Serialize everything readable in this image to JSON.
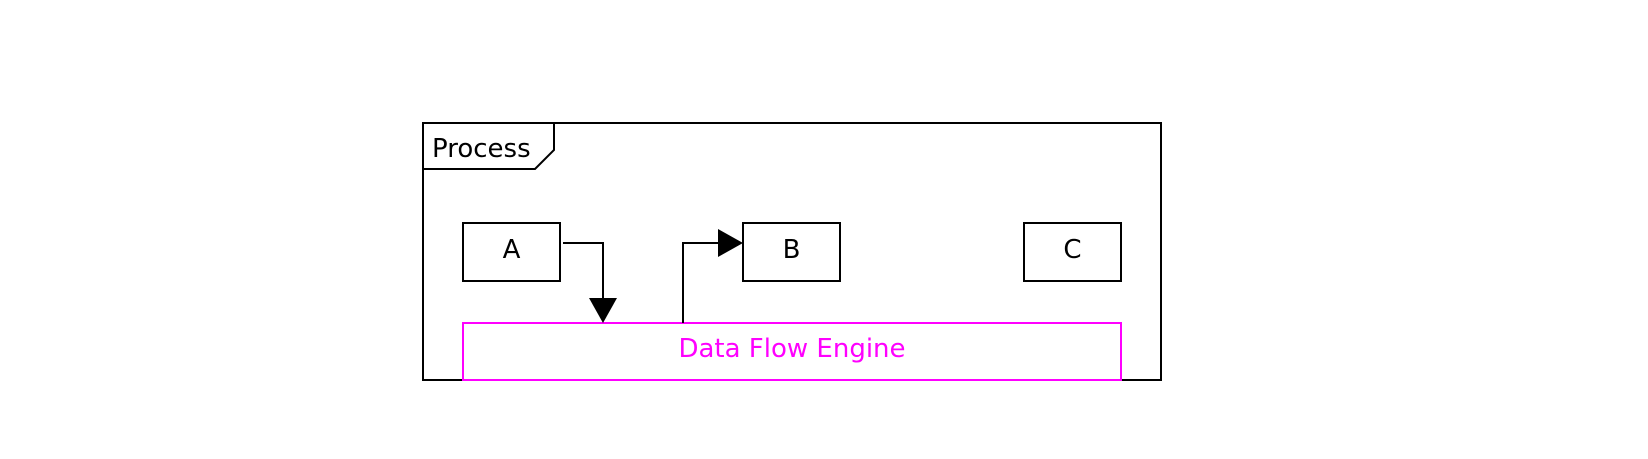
{
  "diagram": {
    "frame": {
      "title": "Process"
    },
    "nodes": [
      {
        "id": "A",
        "label": "A"
      },
      {
        "id": "B",
        "label": "B"
      },
      {
        "id": "C",
        "label": "C"
      }
    ],
    "engine": {
      "label": "Data Flow Engine"
    },
    "edges": [
      {
        "from": "A",
        "to": "engine"
      },
      {
        "from": "engine",
        "to": "B"
      }
    ],
    "colors": {
      "line": "#000000",
      "engine": "#ff00ff",
      "background": "#ffffff"
    }
  }
}
